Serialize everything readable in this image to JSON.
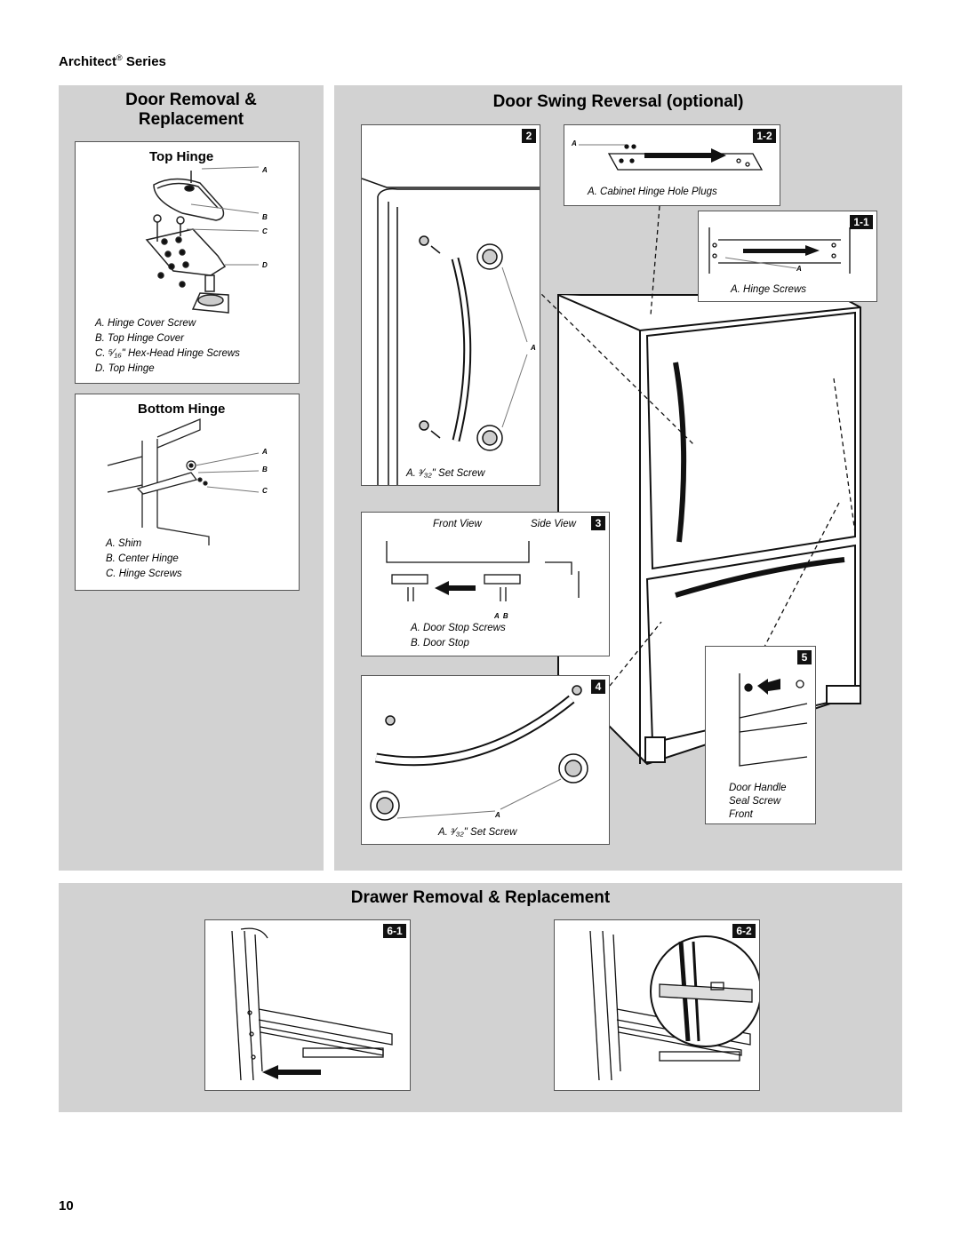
{
  "header": {
    "brand": "Architect",
    "reg": "®",
    "series": "Series"
  },
  "door_removal": {
    "title_line1": "Door Removal &",
    "title_line2": "Replacement",
    "top_hinge": {
      "title": "Top Hinge",
      "callouts": [
        "A",
        "B",
        "C",
        "D"
      ],
      "captions": [
        "A. Hinge Cover Screw",
        "B. Top Hinge Cover",
        "C. ⁵⁄₁₆\" Hex-Head Hinge Screws",
        "D. Top Hinge"
      ]
    },
    "bottom_hinge": {
      "title": "Bottom Hinge",
      "callouts": [
        "A",
        "B",
        "C"
      ],
      "captions": [
        "A. Shim",
        "B. Center Hinge",
        "C. Hinge Screws"
      ]
    }
  },
  "door_swing": {
    "title": "Door Swing Reversal (optional)",
    "step2": {
      "badge": "2",
      "callout": "A",
      "caption": "A. ³⁄₃₂\" Set Screw"
    },
    "step1_2": {
      "badge": "1-2",
      "callout": "A",
      "caption": "A. Cabinet Hinge Hole Plugs"
    },
    "step1_1": {
      "badge": "1-1",
      "callout": "A",
      "caption": "A. Hinge Screws"
    },
    "step3": {
      "badge": "3",
      "front_view": "Front View",
      "side_view": "Side View",
      "callouts": "A  B",
      "captions": [
        "A. Door Stop Screws",
        "B. Door Stop"
      ]
    },
    "step4": {
      "badge": "4",
      "callout": "A",
      "caption": "A. ³⁄₃₂\" Set Screw"
    },
    "step5": {
      "badge": "5",
      "captions": [
        "Door Handle",
        "Seal Screw",
        "Front"
      ]
    }
  },
  "drawer": {
    "title": "Drawer Removal & Replacement",
    "step6_1": {
      "badge": "6-1"
    },
    "step6_2": {
      "badge": "6-2"
    }
  },
  "page_number": "10"
}
